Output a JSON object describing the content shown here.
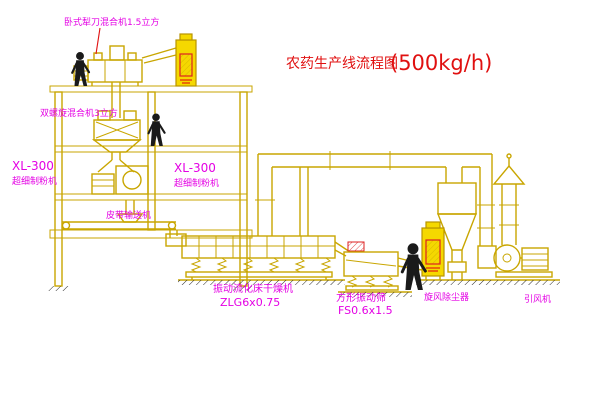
{
  "title": {
    "name": "农药生产线流程图",
    "capacity": "(500kg/h)"
  },
  "equipment_labels": {
    "horizontal_mixer": "卧式犁刀混合机1.5立方",
    "double_spiral_mixer": "双螺旋混合机3立方",
    "mill_left": {
      "model": "XL-300",
      "name": "超细制粉机"
    },
    "mill_center": {
      "model": "XL-300",
      "name": "超细制粉机"
    },
    "belt_conveyor": "皮带输送机",
    "fluid_bed_dryer": {
      "name": "振动流化床干燥机",
      "model": "ZLG6x0.75"
    },
    "square_sieve": {
      "name": "方形振动筛",
      "model": "FS0.6x1.5"
    },
    "cyclone": "旋风除尘器",
    "fan": "引风机"
  },
  "colors": {
    "background": "#ffffff",
    "line_yellow": "#c9a600",
    "elevator_yellow": "#f5d800",
    "label_magenta": "#e400e4",
    "title_red": "#e01010",
    "figure_black": "#1a1a1a"
  }
}
